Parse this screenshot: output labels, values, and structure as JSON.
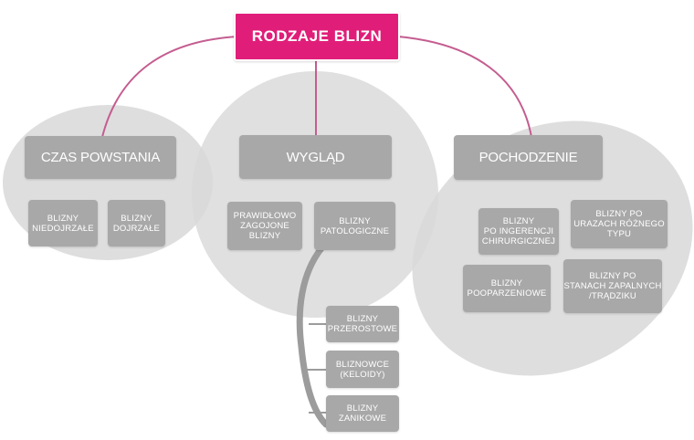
{
  "root": "RODZAJE BLIZN",
  "categories": {
    "czas": {
      "label": "CZAS POWSTANIA",
      "items": [
        "BLIZNY\nNIEDOJRZAŁE",
        "BLIZNY\nDOJRZAŁE"
      ]
    },
    "wyglad": {
      "label": "WYGLĄD",
      "items": [
        "PRAWIDŁOWO\nZAGOJONE\nBLIZNY",
        "BLIZNY\nPATOLOGICZNE"
      ],
      "patologiczne": [
        "BLIZNY\nPRZEROSTOWE",
        "BLIZNOWCE\n(KELOIDY)",
        "BLIZNY\nZANIKOWE"
      ]
    },
    "pochodzenie": {
      "label": "POCHODZENIE",
      "items": [
        "BLIZNY\nPO INGERENCJI\nCHIRURGICZNEJ",
        "BLIZNY PO\nURAZACH RÓŻNEGO\nTYPU",
        "BLIZNY\nPOOPARZENIOWE",
        "BLIZNY PO\nSTANACH ZAPALNYCH\n/TRĄDZIKU"
      ]
    }
  },
  "colors": {
    "root": "#e01e79",
    "connector": "#c45d90",
    "box": "#a8a8a8",
    "group": "#d8d8d8"
  }
}
